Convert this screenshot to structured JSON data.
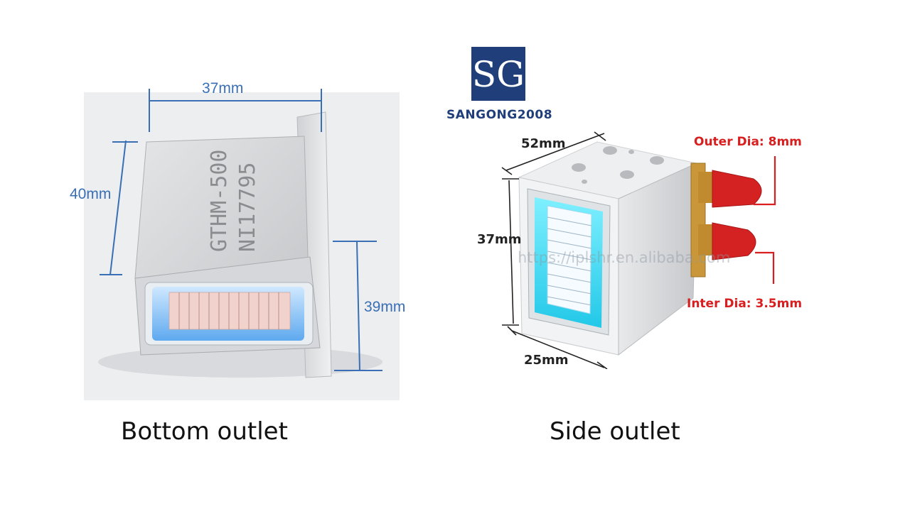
{
  "brand": {
    "logo_letters": "SG",
    "name": "SANGONG2008",
    "color": "#1f3e7a"
  },
  "left_product": {
    "engraving_line1": "GTHM-500",
    "engraving_line2": "NI17795",
    "dimensions": {
      "width": "37mm",
      "height": "40mm",
      "depth": "39mm"
    },
    "caption": "Bottom outlet",
    "dimension_color": "#3a6fb5"
  },
  "right_product": {
    "dimensions": {
      "top": "52mm",
      "height": "37mm",
      "bottom": "25mm"
    },
    "outer_dia": "Outer Dia: 8mm",
    "inner_dia": "Inter Dia: 3.5mm",
    "caption": "Side outlet",
    "watermark": "https://iplshr.en.alibaba.com",
    "annotation_color": "#d81e1e"
  }
}
